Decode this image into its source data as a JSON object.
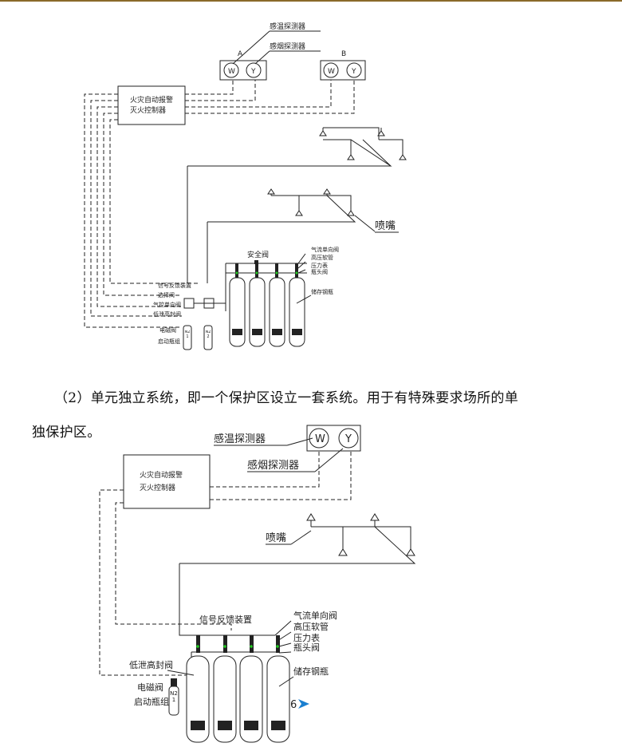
{
  "diagram1": {
    "heat_detector": "感温探测器",
    "smoke_detector": "感烟探测器",
    "zone_a": "A",
    "zone_b": "B",
    "w": "W",
    "y": "Y",
    "controller_line1": "火灾自动报警",
    "controller_line2": "灭火控制器",
    "nozzle": "喷嘴",
    "safety_valve": "安全阀",
    "check_valve": "气流单向阀",
    "hose": "高压软管",
    "gauge": "压力表",
    "bottle_valve": "瓶头阀",
    "storage_cylinder": "储存钢瓶",
    "signal_feedback": "信号反馈装置",
    "selector_valve": "选择阀",
    "pilot_check_valve": "气控单向阀",
    "bleed_valve": "低泄高封阀",
    "solenoid_valve": "电磁阀",
    "starter_bottles": "启动瓶组",
    "n2_1": "N2 1",
    "n2_2": "N2 2"
  },
  "paragraph": {
    "line1": "（2）单元独立系统，即一个保护区设立一套系统。用于有特殊要求场所的单",
    "line2": "独保护区。"
  },
  "diagram2": {
    "heat_detector": "感温探测器",
    "smoke_detector": "感烟探测器",
    "w": "W",
    "y": "Y",
    "controller_line1": "火灾自动报警",
    "controller_line2": "灭火控制器",
    "nozzle": "喷嘴",
    "signal_feedback": "信号反馈装置",
    "check_valve": "气流单向阀",
    "hose": "高压软管",
    "gauge": "压力表",
    "bottle_valve": "瓶头阀",
    "storage_cylinder": "储存钢瓶",
    "bleed_valve": "低泄高封阀",
    "solenoid_valve": "电磁阀",
    "starter_bottles": "启动瓶组",
    "n2": "N2 1",
    "page_mark": "6"
  },
  "colors": {
    "accent_bar": "#8a6a2a",
    "gauge_dot": "#22cc22",
    "arrow": "#1a7fd0"
  }
}
